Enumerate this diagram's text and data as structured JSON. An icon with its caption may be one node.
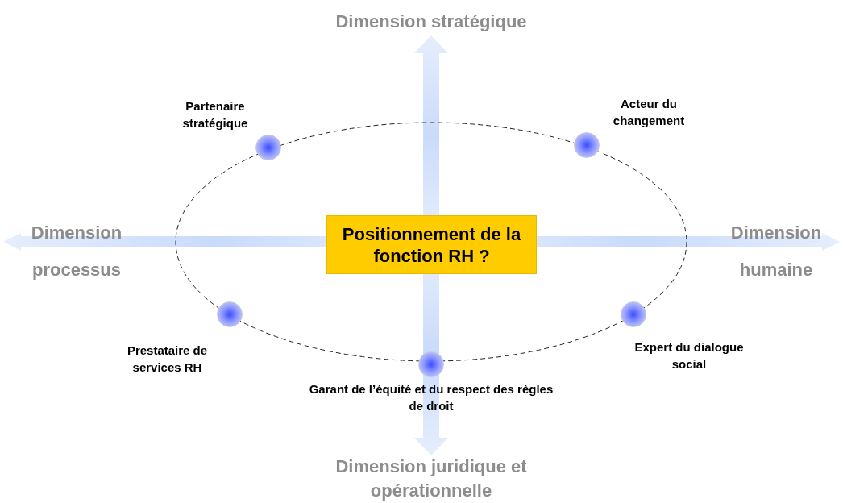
{
  "diagram": {
    "nodes": [
      {
        "text": [
          "Positionnement de la fonction RH ?"
        ]
      },
      {
        "text": [],
        "shape": "circle",
        "beside": [
          "Partenaire stratégique"
        ]
      },
      {
        "text": [],
        "shape": "circle",
        "beside": [
          "Acteur du changement"
        ]
      },
      {
        "text": [],
        "shape": "circle",
        "beside": [
          "Prestataire de services RH"
        ]
      },
      {
        "text": [],
        "shape": "circle",
        "beside": [
          "Expert du dialogue social"
        ]
      },
      {
        "text": [],
        "shape": "circle",
        "beside": [
          "Garant de l’équité et du respect des règles de droit"
        ]
      }
    ],
    "edges": [],
    "labels": [
      "Dimension stratégique",
      "Dimension processus",
      "Dimension humaine",
      "Dimension juridique et opérationnelle"
    ]
  }
}
